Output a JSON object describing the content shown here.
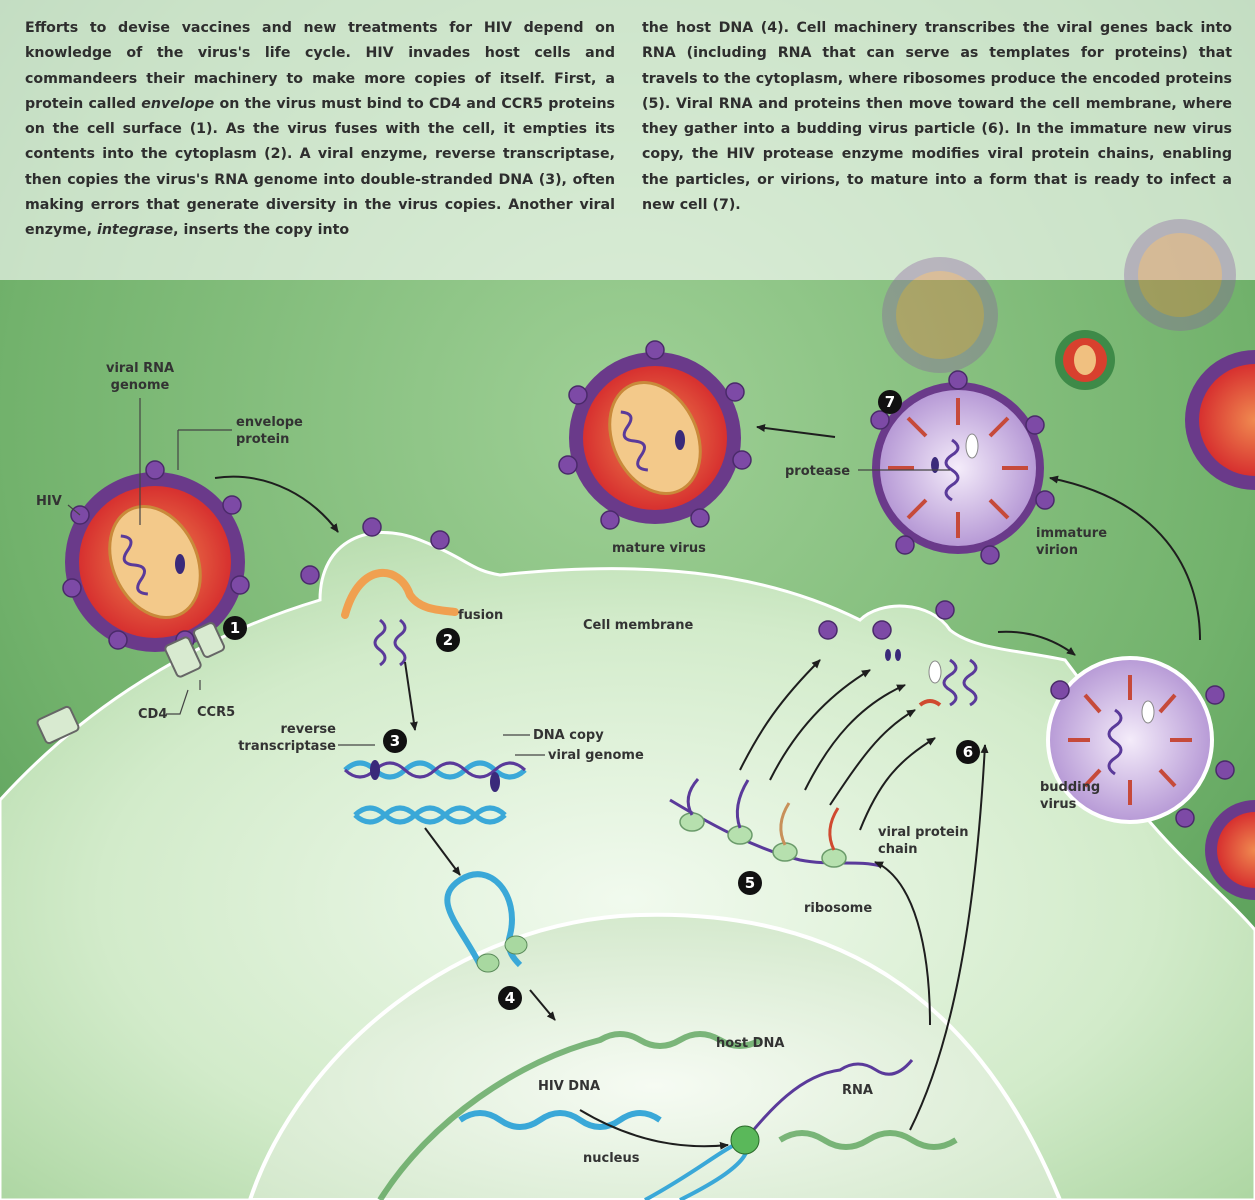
{
  "intro": {
    "p1_a": "Efforts to devise vaccines and new treatments for HIV depend on knowledge of the virus's life cycle. HIV invades host cells and commandeers their machinery to make more copies of itself. First, a protein called ",
    "p1_em1": "envelope",
    "p1_b": " on the virus must bind to CD4 and CCR5 proteins on the cell surface (1). As the virus fuses with the cell, it empties its contents into the cytoplasm (2). A viral enzyme, reverse transcriptase, then copies the virus's RNA genome into double-stranded DNA (3), often making errors that generate diversity in the virus copies. Another viral enzyme, ",
    "p1_em2": "integrase",
    "p1_c": ", inserts the copy into",
    "p2": "the host DNA (4). Cell machinery transcribes the viral genes back into RNA (including RNA that can serve as templates for proteins) that travels to the cytoplasm, where ribosomes produce the encoded proteins (5). Viral RNA and proteins then move toward the cell membrane, where they gather into a budding virus particle (6). In the immature new virus copy, the HIV protease enzyme modifies viral protein chains, enabling the particles, or virions, to mature into a form that is ready to infect a new cell (7)."
  },
  "labels": {
    "viral_rna_1": "viral RNA",
    "viral_rna_2": "genome",
    "envelope_1": "envelope",
    "envelope_2": "protein",
    "hiv": "HIV",
    "cd4": "CD4",
    "ccr5": "CCR5",
    "fusion": "fusion",
    "cell_membrane": "Cell membrane",
    "reverse_1": "reverse",
    "reverse_2": "transcriptase",
    "dna_copy": "DNA copy",
    "viral_genome": "viral genome",
    "mature_virus": "mature virus",
    "protease": "protease",
    "immature_1": "immature",
    "immature_2": "virion",
    "budding_1": "budding",
    "budding_2": "virus",
    "viral_protein_1": "viral protein",
    "viral_protein_2": "chain",
    "ribosome": "ribosome",
    "host_dna": "host DNA",
    "hiv_dna": "HIV DNA",
    "rna": "RNA",
    "nucleus": "nucleus"
  },
  "steps": [
    "1",
    "2",
    "3",
    "4",
    "5",
    "6",
    "7"
  ],
  "colors": {
    "background": "#6fae6a",
    "cell": "#c8e6c0",
    "virus_envelope": "#6a3a8a",
    "virus_capsid": "#e0403a",
    "rna": "#5a3a9a",
    "dna": "#3aa8d8",
    "ribosome": "#a8d8a0"
  }
}
